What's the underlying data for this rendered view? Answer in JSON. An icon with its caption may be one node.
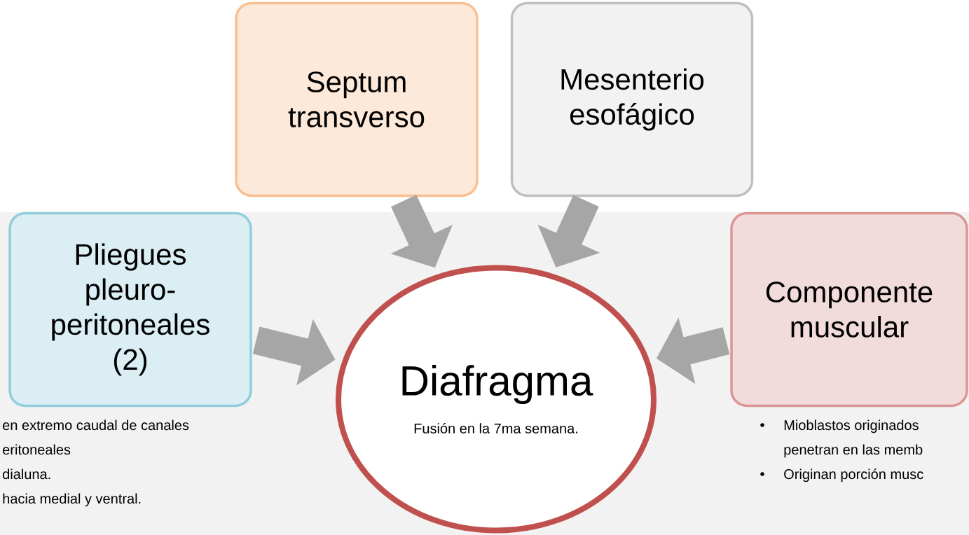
{
  "diagram": {
    "nodes": [
      {
        "text": [
          "Pliegues pleuro-peritoneales (2)"
        ],
        "beside": [
          "en extremo caudal de canales",
          "eritoneales",
          "dialuna.",
          "hacia medial y ventral."
        ]
      },
      {
        "text": [
          "Septum transverso"
        ]
      },
      {
        "text": [
          "Mesenterio esofágico"
        ]
      },
      {
        "text": [
          "Componente muscular"
        ],
        "beside": [
          "Mioblastos originados",
          "penetran en las memb",
          "Originan porción musc"
        ]
      },
      {
        "text": [
          "Diafragma",
          "Fusión en la 7ma semana."
        ]
      }
    ],
    "edges": [
      {
        "from": 0,
        "to": 4,
        "arrow": "to"
      },
      {
        "from": 1,
        "to": 4,
        "arrow": "to"
      },
      {
        "from": 2,
        "to": 4,
        "arrow": "to"
      },
      {
        "from": 3,
        "to": 4,
        "arrow": "to"
      }
    ]
  }
}
